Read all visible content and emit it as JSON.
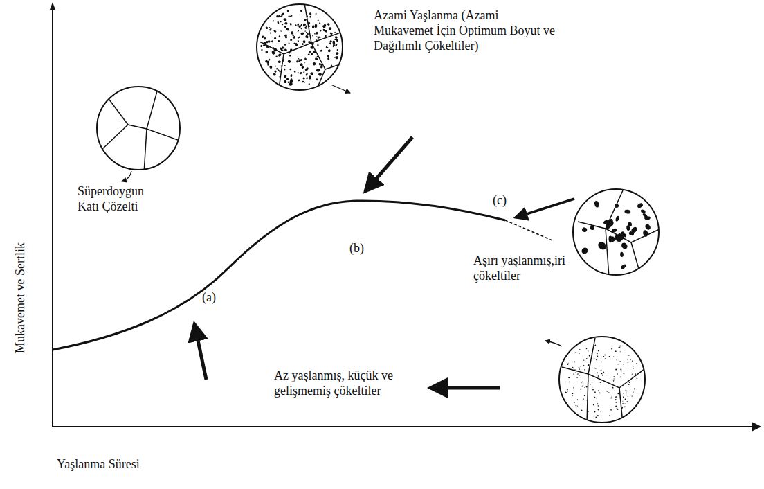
{
  "diagram": {
    "labels": [
      "Azami Yaşlanma (Azami Mukavemet İçin Optimum Boyut ve Dağılımlı Çökeltiler)",
      "Süperdoygun Katı Çözelti",
      "(c)",
      "(b)",
      "Aşırı yaşlanmış,iri çökeltiler",
      "(a)",
      "Az yaşlanmış, küçük ve gelişmemiş çökeltiler",
      "Mukavemet ve Sertlik",
      "Yaşlanma Süresi"
    ]
  }
}
